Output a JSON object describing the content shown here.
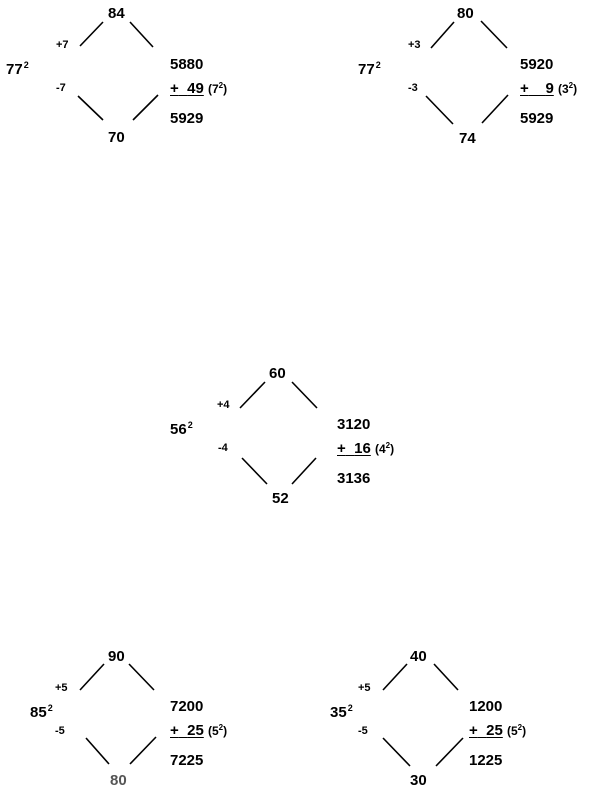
{
  "diagrams": [
    {
      "top": "84",
      "bottom": "70",
      "plus": "+7",
      "minus": "-7",
      "base": "77",
      "exp": "2",
      "product": "5880",
      "add_sign": "+",
      "add_value": "49",
      "note_open": "(7",
      "note_exp": "2",
      "note_close": ")",
      "result": "5929"
    },
    {
      "top": "80",
      "bottom": "74",
      "plus": "+3",
      "minus": "-3",
      "base": "77",
      "exp": "2",
      "product": "5920",
      "add_sign": "+",
      "add_value": "9",
      "note_open": "(3",
      "note_exp": "2",
      "note_close": ")",
      "result": "5929"
    },
    {
      "top": "60",
      "bottom": "52",
      "plus": "+4",
      "minus": "-4",
      "base": "56",
      "exp": "2",
      "product": "3120",
      "add_sign": "+",
      "add_value": "16",
      "note_open": "(4",
      "note_exp": "2",
      "note_close": ")",
      "result": "3136"
    },
    {
      "top": "90",
      "bottom": "80",
      "plus": "+5",
      "minus": "-5",
      "base": "85",
      "exp": "2",
      "product": "7200",
      "add_sign": "+",
      "add_value": "25",
      "note_open": "(5",
      "note_exp": "2",
      "note_close": ")",
      "result": "7225"
    },
    {
      "top": "40",
      "bottom": "30",
      "plus": "+5",
      "minus": "-5",
      "base": "35",
      "exp": "2",
      "product": "1200",
      "add_sign": "+",
      "add_value": "25",
      "note_open": "(5",
      "note_exp": "2",
      "note_close": ")",
      "result": "1225"
    }
  ]
}
